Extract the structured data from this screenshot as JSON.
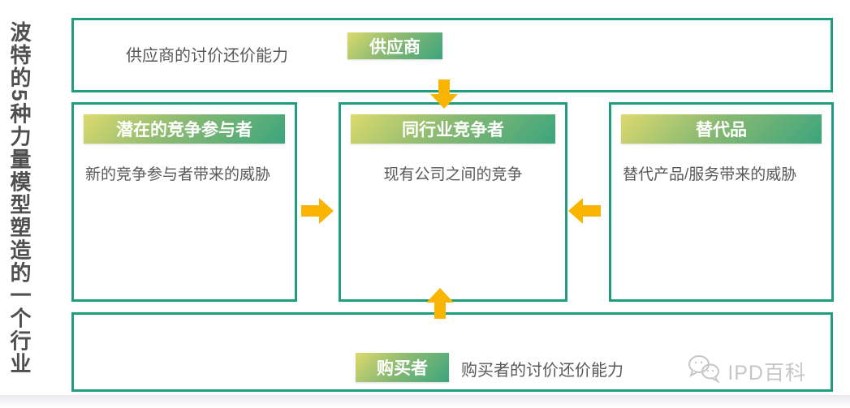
{
  "page": {
    "vertical_title": "波特的5种力量模型塑造的一个行业"
  },
  "colors": {
    "box_border": "#1f9d7f",
    "arrow": "#f9b501",
    "label_gradient_start": "#dcda6d",
    "label_gradient_end": "#3ba57d",
    "body_text": "#595959",
    "label_text": "#ffffff",
    "watermark": "#c6c6c6"
  },
  "top_section": {
    "caption": "供应商的讨价还价能力",
    "label": "供应商"
  },
  "forces": {
    "left": {
      "label": "潜在的竞争参与者",
      "description": "新的竞争参与者带来的威胁"
    },
    "center": {
      "label": "同行业竞争者",
      "description": "现有公司之间的竞争"
    },
    "right": {
      "label": "替代品",
      "description": "替代产品/服务带来的威胁"
    }
  },
  "bottom_section": {
    "label": "购买者",
    "caption": "购买者的讨价还价能力"
  },
  "arrows": {
    "down": "arrow-down-icon",
    "up": "arrow-up-icon",
    "left": "arrow-left-icon",
    "right": "arrow-right-icon"
  },
  "watermark": {
    "icon": "wechat-icon",
    "text": "IPD百科"
  }
}
